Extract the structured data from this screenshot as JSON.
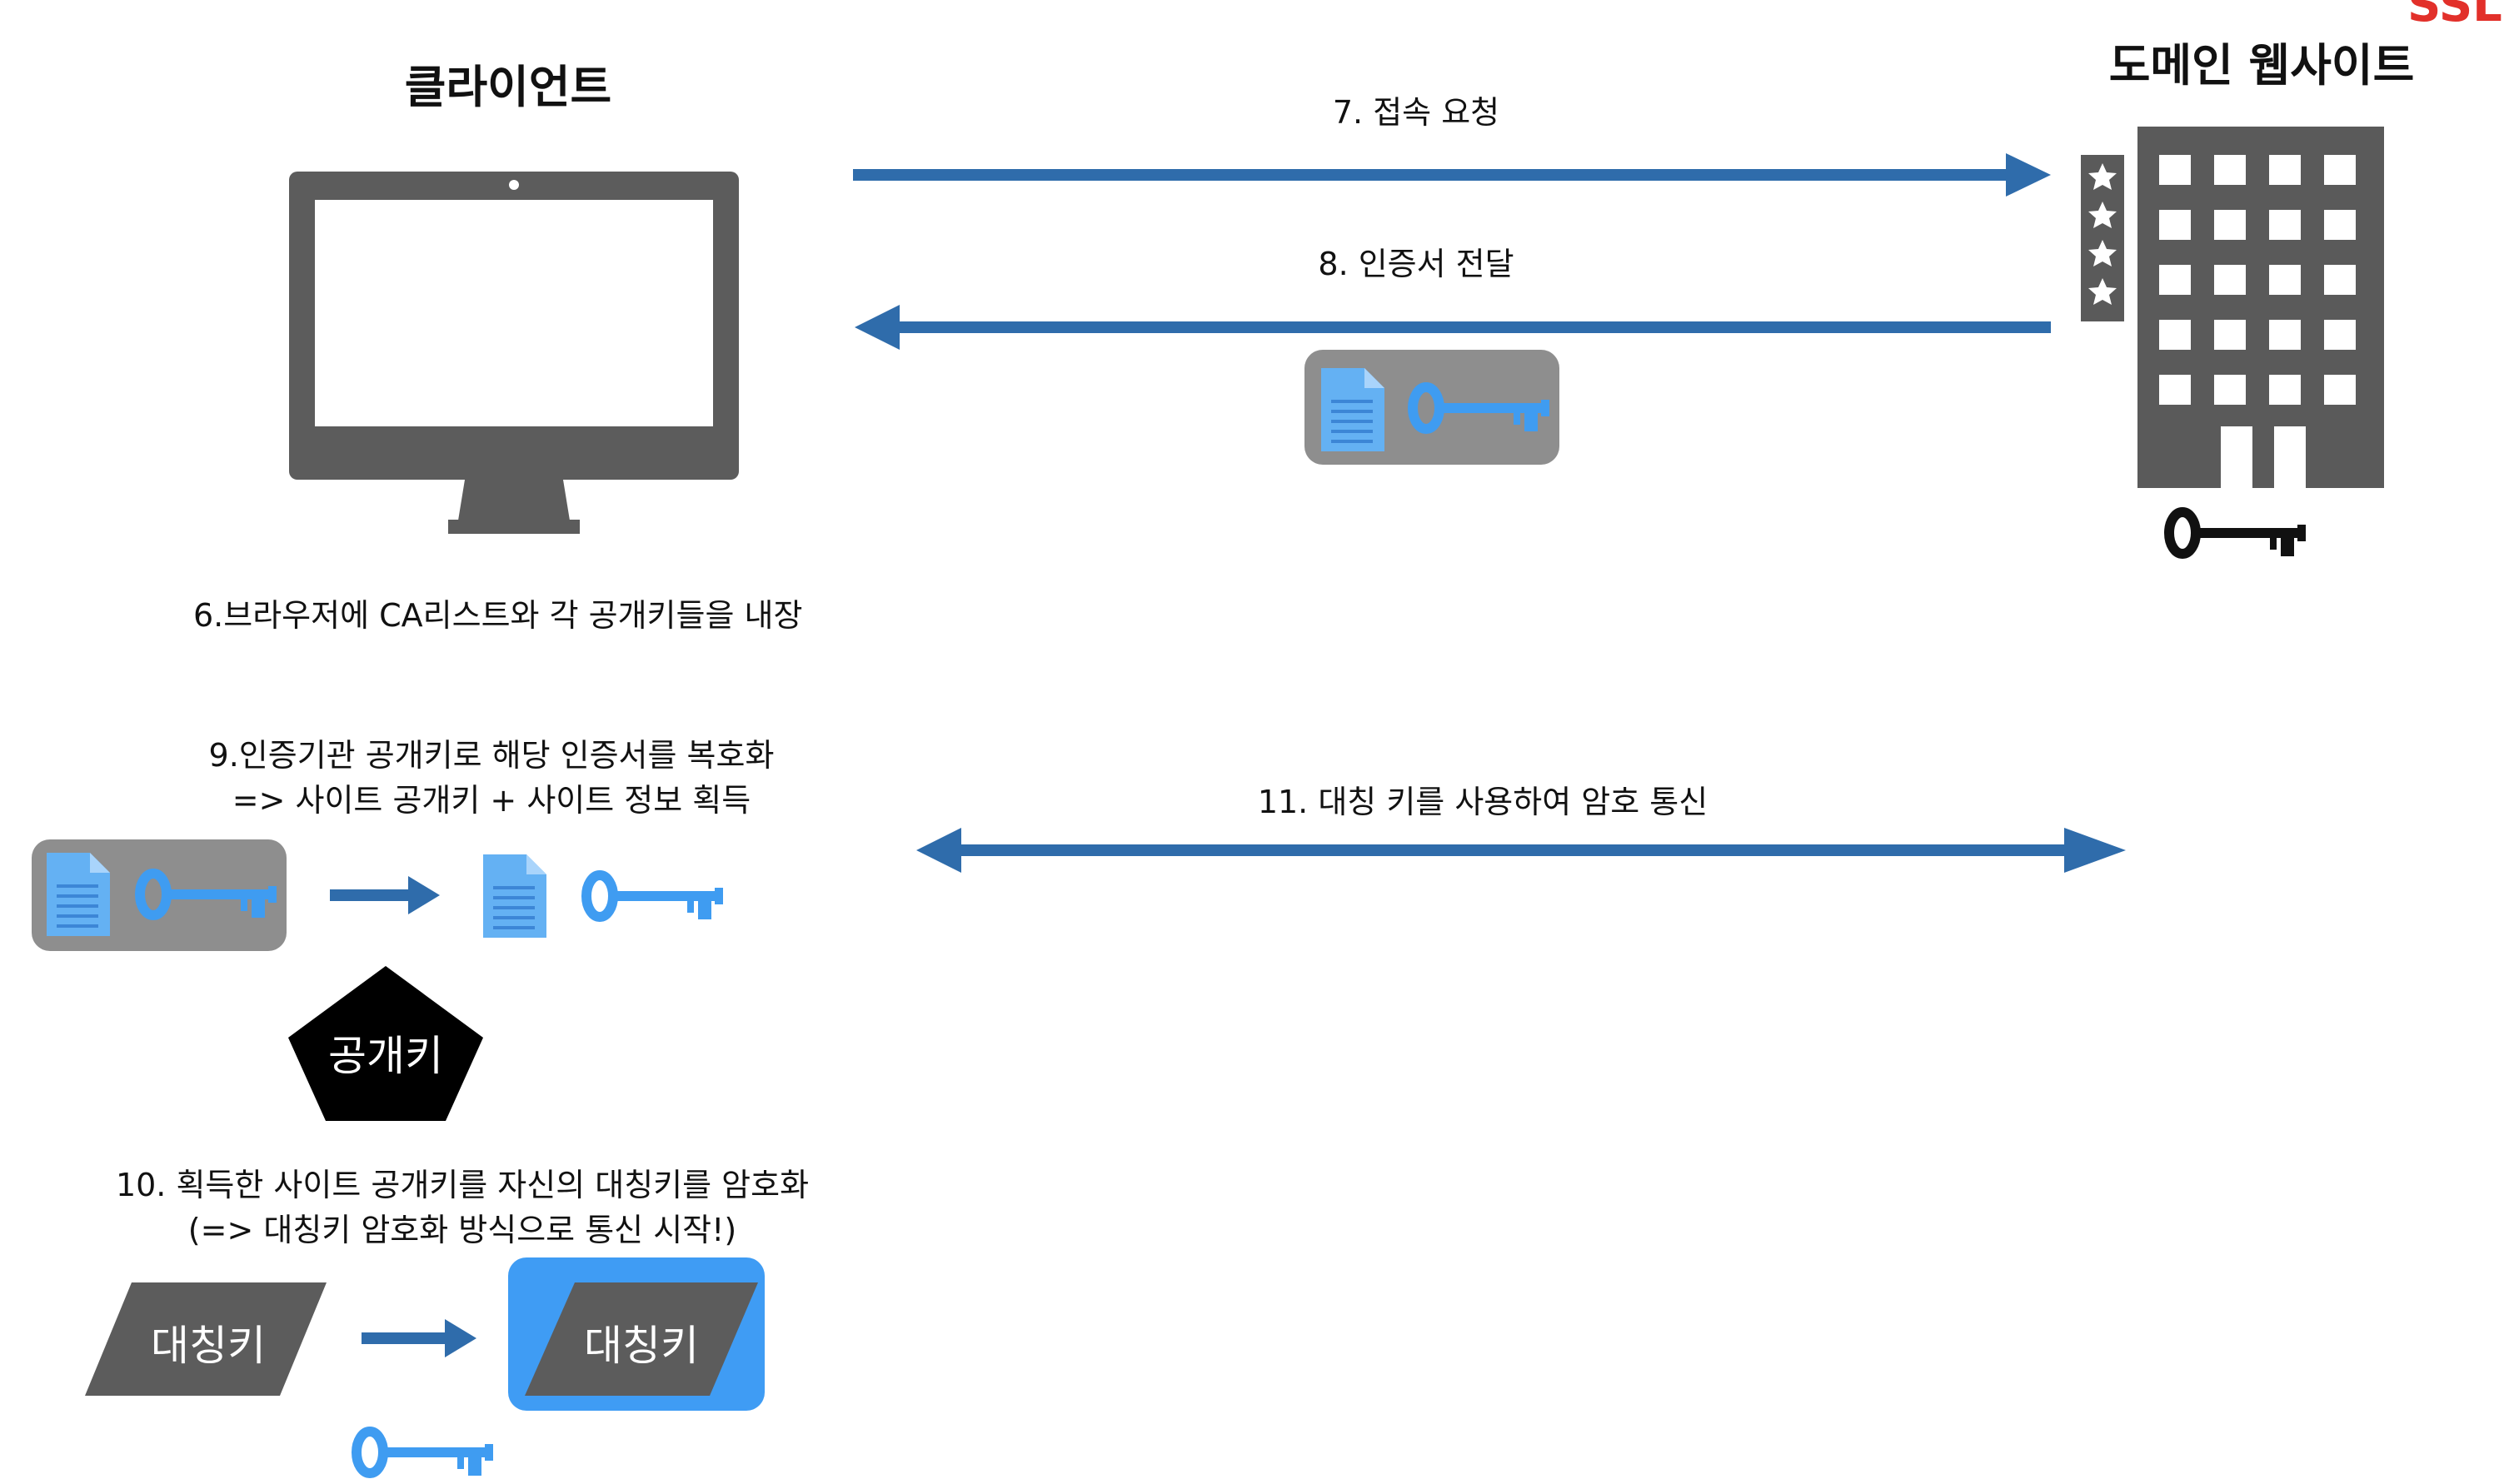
{
  "client": {
    "title": "클라이언트"
  },
  "server": {
    "title": "도메인 웹사이트"
  },
  "corner_mark": "SSL",
  "steps": {
    "s6": "6.브라우저에 CA리스트와 각 공개키들을 내장",
    "s7": "7. 접속 요청",
    "s8": "8. 인증서 전달",
    "s9_line1": "9.인증기관 공개키로 해당 인증서를 복호화",
    "s9_line2": "=> 사이트 공개키 + 사이트 정보 획득",
    "s10_line1": "10. 획득한 사이트 공개키를 자신의 대칭키를 암호화",
    "s10_line2": "(=> 대칭키 암호화 방식으로 통신 시작!)",
    "s11": "11. 대칭 키를 사용하여 암호 통신"
  },
  "shapes": {
    "public_key_label": "공개키",
    "symmetric_key_label": "대칭키",
    "encrypted_symmetric_key_label": "대칭키"
  },
  "colors": {
    "arrow": "#2f6cab",
    "monitor": "#5c5c5c",
    "building": "#5a5a5a",
    "cert_box": "#8e8e8e",
    "doc": "#64b1f3",
    "blue_key": "#3f9cf1",
    "dark_key": "#111111",
    "highlight": "#3f9cf4",
    "pentagon": "#000000",
    "parallelogram": "#5c5c5c"
  },
  "icons": [
    "monitor-icon",
    "building-icon",
    "star-icon",
    "document-icon",
    "key-icon"
  ]
}
